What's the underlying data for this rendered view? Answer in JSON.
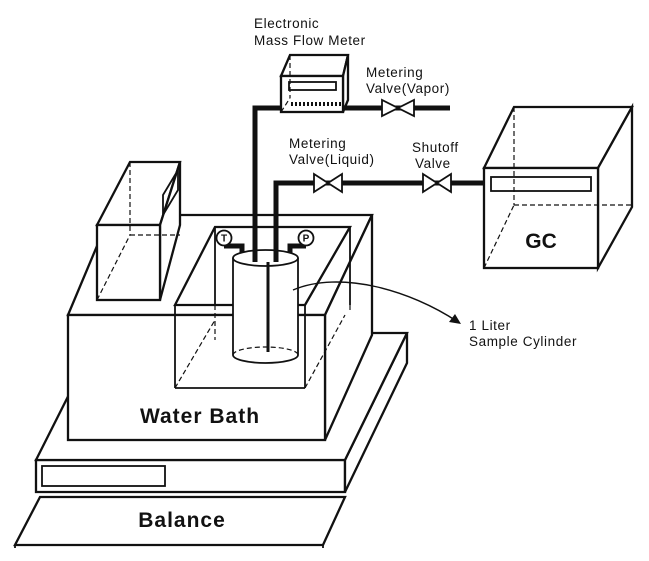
{
  "labels": {
    "flow_meter_line1": "Electronic",
    "flow_meter_line2": "Mass Flow Meter",
    "vapor_valve_line1": "Metering",
    "vapor_valve_line2": "Valve(Vapor)",
    "liquid_valve_line1": "Metering",
    "liquid_valve_line2": "Valve(Liquid)",
    "shutoff_valve_line1": "Shutoff",
    "shutoff_valve_line2": "Valve",
    "gc": "GC",
    "cylinder_line1": "1 Liter",
    "cylinder_line2": "Sample Cylinder",
    "water_bath": "Water Bath",
    "balance": "Balance",
    "temperature_gauge": "T",
    "pressure_gauge": "P"
  }
}
